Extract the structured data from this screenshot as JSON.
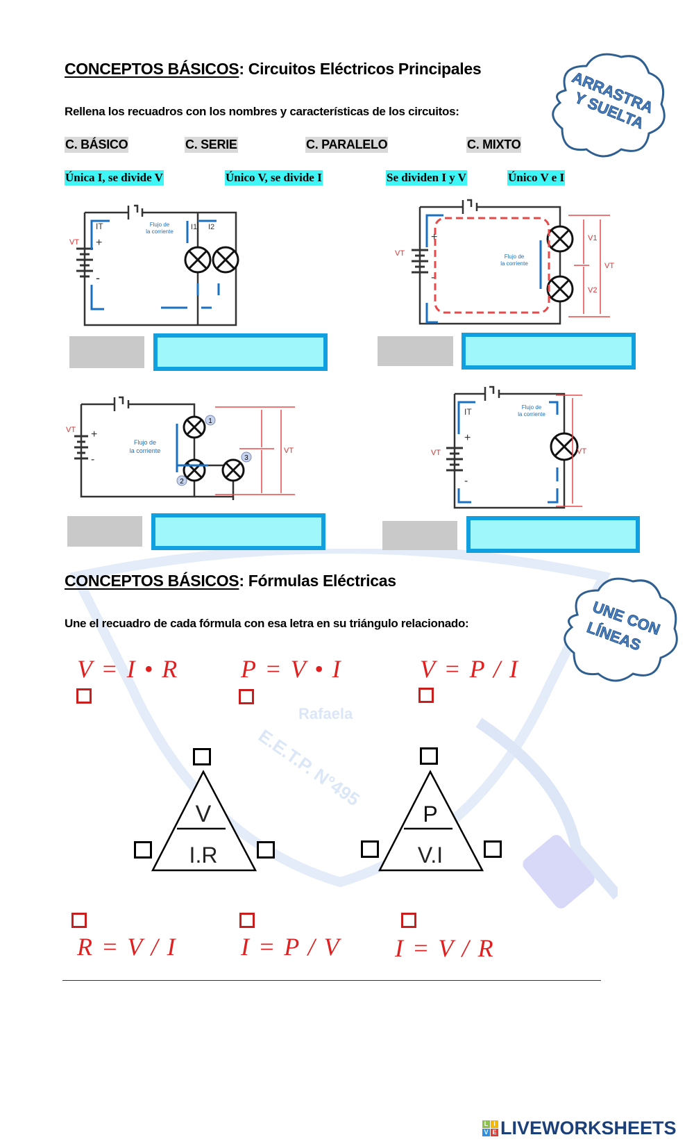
{
  "section1": {
    "title_underlined": "CONCEPTOS BÁSICOS",
    "title_rest": ": Circuitos Eléctricos Principales",
    "instruction": "Rellena los recuadros con los nombres y características de los circuitos:",
    "cloud": [
      "ARRASTRA",
      "Y SUELTA"
    ],
    "name_tags": [
      "C. BÁSICO",
      "C. SERIE",
      "C. PARALELO",
      "C. MIXTO"
    ],
    "trait_tags": [
      "Única I, se divide V",
      "Único V, se divide I",
      "Se dividen I y V",
      "Único V e I"
    ]
  },
  "circuit_labels": {
    "flow": [
      "Flujo de",
      "la corriente"
    ],
    "it": "IT",
    "i1": "I1",
    "i2": "I2",
    "vt": "VT",
    "v1": "V1",
    "v2": "V2",
    "plus": "+",
    "minus": "-",
    "n1": "1",
    "n2": "2",
    "n3": "3"
  },
  "section2": {
    "title_underlined": "CONCEPTOS BÁSICOS",
    "title_rest": ": Fórmulas Eléctricas",
    "instruction": "Une el recuadro de cada fórmula con esa letra en su triángulo relacionado:",
    "cloud": [
      "UNE CON",
      "LÍNEAS"
    ],
    "formulas_top": [
      "V = I • R",
      "P = V • I",
      "V = P / I"
    ],
    "formulas_bottom": [
      "R = V / I",
      "I = P / V",
      "I = V / R"
    ],
    "triangle1": {
      "top": "V",
      "bottom": "I.R"
    },
    "triangle2": {
      "top": "P",
      "bottom": "V.I"
    }
  },
  "watermark": {
    "line1": "Rafaela",
    "line2": "E.E.T.P. N°495"
  },
  "footer": {
    "logo": "LIVEWORKSHEETS",
    "logo_tiles": [
      "L",
      "I",
      "V",
      "E"
    ]
  },
  "colors": {
    "cyan_fill": "#9ff7fc",
    "cyan_border": "#10a0e0",
    "gray": "#c9c9c9",
    "formula_red": "#e02020",
    "cloud_blue": "#2f5f91",
    "logo_blue": "#1b3f78"
  }
}
